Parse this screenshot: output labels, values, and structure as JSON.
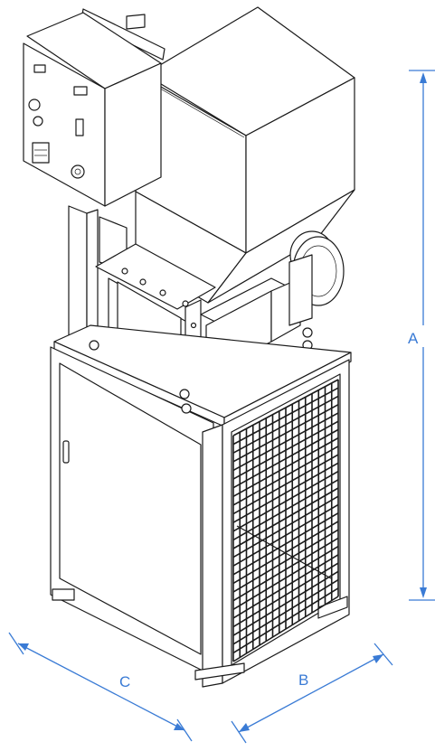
{
  "dimensions": {
    "height_label": "A",
    "depth_label": "B",
    "width_label": "C"
  },
  "colors": {
    "dimension_lines": "#3a7bd5",
    "outline": "#1a1a1a",
    "background": "#ffffff"
  }
}
